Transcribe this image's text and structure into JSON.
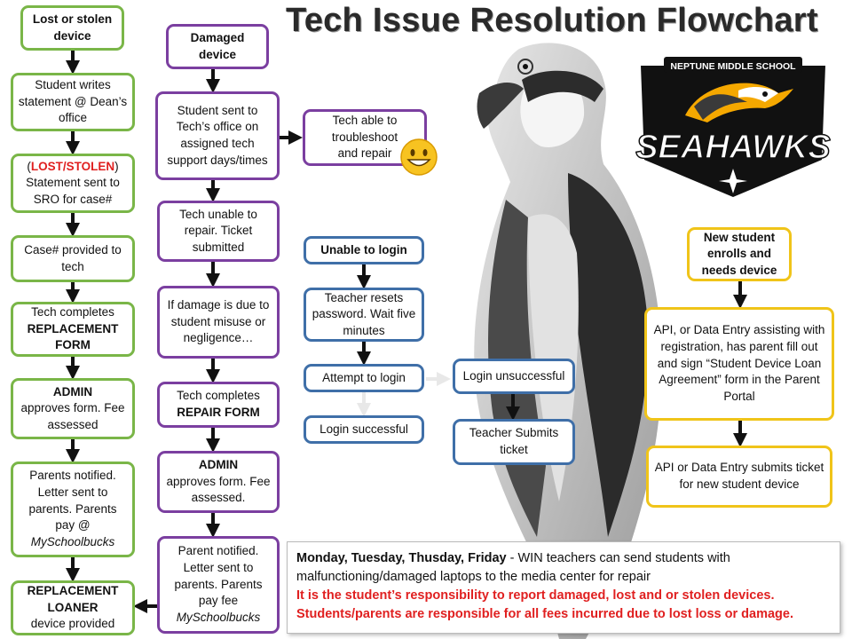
{
  "title": "Tech Issue Resolution Flowchart",
  "logo": {
    "school": "NEPTUNE MIDDLE SCHOOL",
    "team": "SEAHAWKS"
  },
  "lost_column": {
    "start": "Lost or stolen device",
    "step1": "Student writes statement @ Dean’s office",
    "step2_paren_open": "(",
    "step2_tag": "LOST/STOLEN",
    "step2_paren_close": ")",
    "step2_rest": "Statement sent to SRO for case#",
    "step3": "Case# provided to tech",
    "step4_a": "Tech completes",
    "step4_b": "REPLACEMENT FORM",
    "step5_a": "ADMIN",
    "step5_b": "approves form. Fee assessed",
    "step6_a": "Parents notified. Letter sent to parents. Parents pay @",
    "step6_b": "MySchoolbucks",
    "step7_a": "REPLACEMENT LOANER",
    "step7_b": "device provided"
  },
  "damaged_column": {
    "start": "Damaged device",
    "step1": "Student sent to Tech’s office on assigned tech support days/times",
    "side": "Tech able to troubleshoot and repair",
    "step2": "Tech unable to repair. Ticket submitted",
    "step3": "If damage is due to student misuse or negligence…",
    "step4_a": "Tech completes",
    "step4_b": "REPAIR FORM",
    "step5_a": "ADMIN",
    "step5_b": "approves form. Fee assessed.",
    "step6_a": "Parent notified. Letter sent to parents. Parents pay fee",
    "step6_b": "MySchoolbucks"
  },
  "login_column": {
    "start": "Unable to login",
    "step1": "Teacher resets password. Wait five minutes",
    "step2": "Attempt to login",
    "success": "Login successful",
    "fail": "Login unsuccessful",
    "ticket": "Teacher Submits ticket"
  },
  "new_student_column": {
    "start": "New student enrolls and needs device",
    "step1": "API, or Data Entry assisting with registration, has parent fill out and sign “Student Device Loan Agreement” form in the Parent Portal",
    "step2": "API or Data Entry submits ticket for new student device"
  },
  "info": {
    "days": "Monday, Tuesday, Thusday, Friday",
    "days_rest": " - WIN teachers can send students  with malfunctioning/damaged laptops to the media center for repair",
    "line2": "It is the student’s responsibility to report damaged, lost and or stolen devices.",
    "line3": "Students/parents are responsible for all fees incurred due to lost loss or damage."
  },
  "colors": {
    "lost": "#7ab648",
    "damaged": "#7b3fa0",
    "login": "#3f6fa8",
    "new_student": "#f0c419",
    "emphasis": "#e02020",
    "logo_gold": "#f5a800"
  },
  "icons": [
    "osprey-illustration",
    "seahawks-logo",
    "smiley-face-icon"
  ]
}
